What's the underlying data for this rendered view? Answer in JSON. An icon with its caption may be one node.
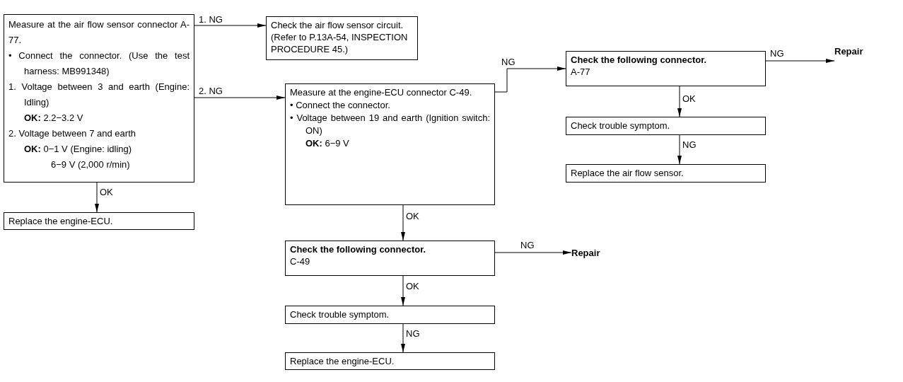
{
  "diagram": {
    "nodes": [
      {
        "text": [
          "Measure at the air flow sensor connector A-77.",
          "• Connect the connector. (Use the test harness: MB991348)",
          "1. Voltage between 3 and earth (Engine: Idling)",
          "**OK:** 2.2−3.2 V",
          "2. Voltage between 7 and earth",
          "**OK:** 0−1 V (Engine: idling)",
          "6−9 V (2,000 r/min)"
        ]
      },
      {
        "text": [
          "Check the air flow sensor circuit. (Refer to P.13A-54, INSPECTION PROCEDURE 45.)"
        ]
      },
      {
        "text": [
          "Replace the engine-ECU."
        ]
      },
      {
        "text": [
          "Measure at the engine-ECU connector C-49.",
          "• Connect the connector.",
          "• Voltage between 19 and earth (Ignition switch: ON)",
          "**OK:** 6−9 V"
        ]
      },
      {
        "text": [
          "Check the following connector.",
          "C-49"
        ]
      },
      {
        "text": [
          "Check trouble symptom."
        ]
      },
      {
        "text": [
          "Replace the engine-ECU."
        ]
      },
      {
        "text": [
          "Repair"
        ]
      },
      {
        "text": [
          "Check the following connector.",
          "A-77"
        ]
      },
      {
        "text": [
          "Check trouble symptom."
        ]
      },
      {
        "text": [
          "Replace the air flow sensor."
        ]
      },
      {
        "text": [
          "Repair"
        ]
      }
    ],
    "edges": [
      {
        "from": 0,
        "to": 1,
        "arrow": "to",
        "label": "1. NG"
      },
      {
        "from": 0,
        "to": 3,
        "arrow": "to",
        "label": "2. NG"
      },
      {
        "from": 0,
        "to": 2,
        "arrow": "to",
        "label": "OK"
      },
      {
        "from": 3,
        "to": 8,
        "arrow": "to",
        "label": "NG"
      },
      {
        "from": 8,
        "to": 11,
        "arrow": "to",
        "label": "NG"
      },
      {
        "from": 8,
        "to": 9,
        "arrow": "to",
        "label": "OK"
      },
      {
        "from": 9,
        "to": 10,
        "arrow": "to",
        "label": "NG"
      },
      {
        "from": 3,
        "to": 4,
        "arrow": "to",
        "label": "OK"
      },
      {
        "from": 4,
        "to": 7,
        "arrow": "to",
        "label": "NG"
      },
      {
        "from": 4,
        "to": 5,
        "arrow": "to",
        "label": "OK"
      },
      {
        "from": 5,
        "to": 6,
        "arrow": "to",
        "label": "NG"
      }
    ]
  }
}
